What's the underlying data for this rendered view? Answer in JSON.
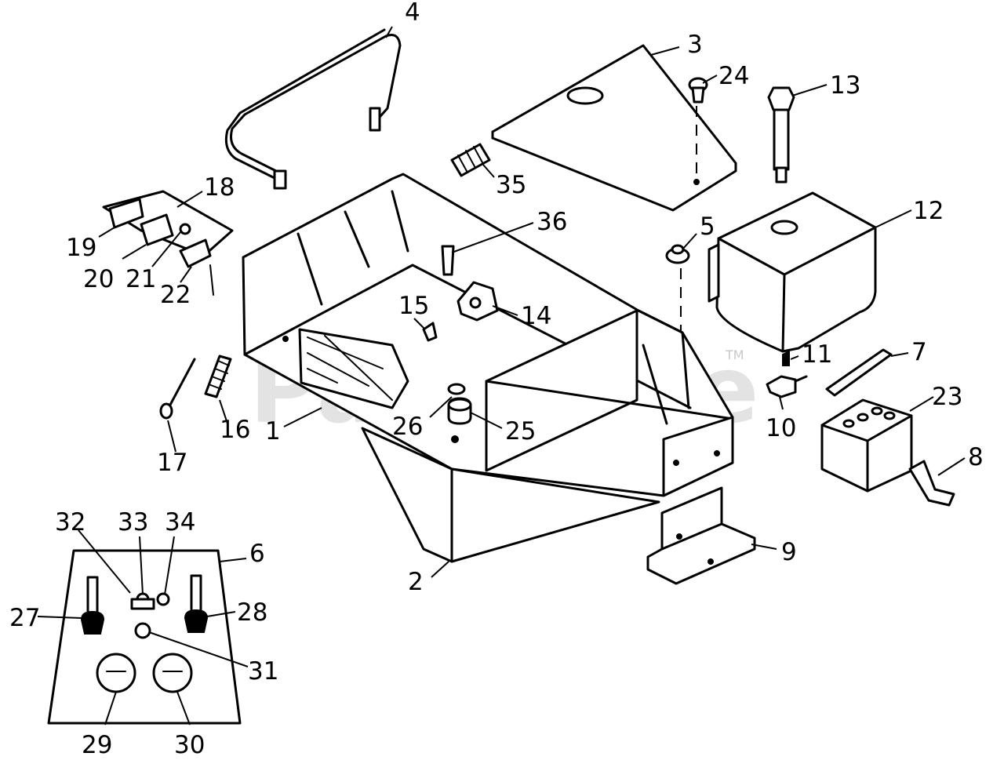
{
  "watermark": {
    "text": "PartsTree",
    "trademark": "TM"
  },
  "callouts": [
    "1",
    "2",
    "3",
    "4",
    "5",
    "6",
    "7",
    "8",
    "9",
    "10",
    "11",
    "12",
    "13",
    "14",
    "15",
    "16",
    "17",
    "18",
    "19",
    "20",
    "21",
    "22",
    "23",
    "24",
    "25",
    "26",
    "27",
    "28",
    "29",
    "30",
    "31",
    "32",
    "33",
    "34",
    "35",
    "36"
  ],
  "colors": {
    "line": "#000000",
    "background": "#ffffff",
    "watermark": "#bdbdbd"
  }
}
